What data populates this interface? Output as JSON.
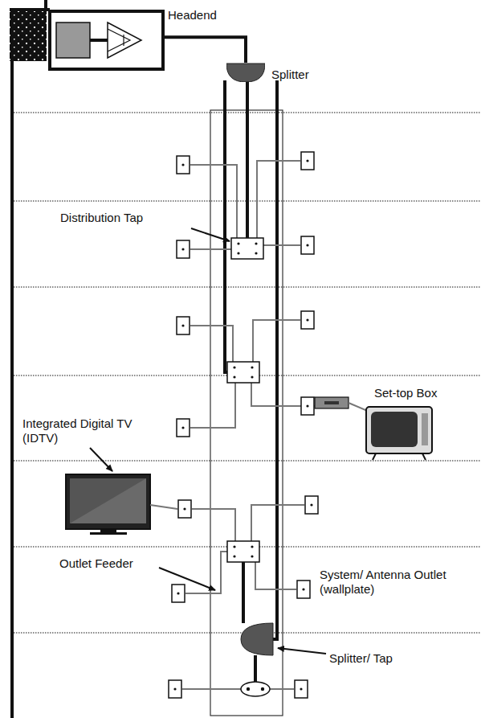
{
  "diagram": {
    "nodes": [
      {
        "text": [
          "Headend"
        ]
      },
      {
        "text": [
          "Splitter"
        ]
      }
    ],
    "edges": [
      {
        "from": 0,
        "to": 1,
        "arrow": "none"
      }
    ],
    "labels": [
      "Distribution Tap",
      "Set-top Box",
      "Integrated Digital TV (IDTV)",
      "Outlet Feeder",
      "System/ Antenna Outlet (wallplate)",
      "Splitter/ Tap"
    ]
  }
}
